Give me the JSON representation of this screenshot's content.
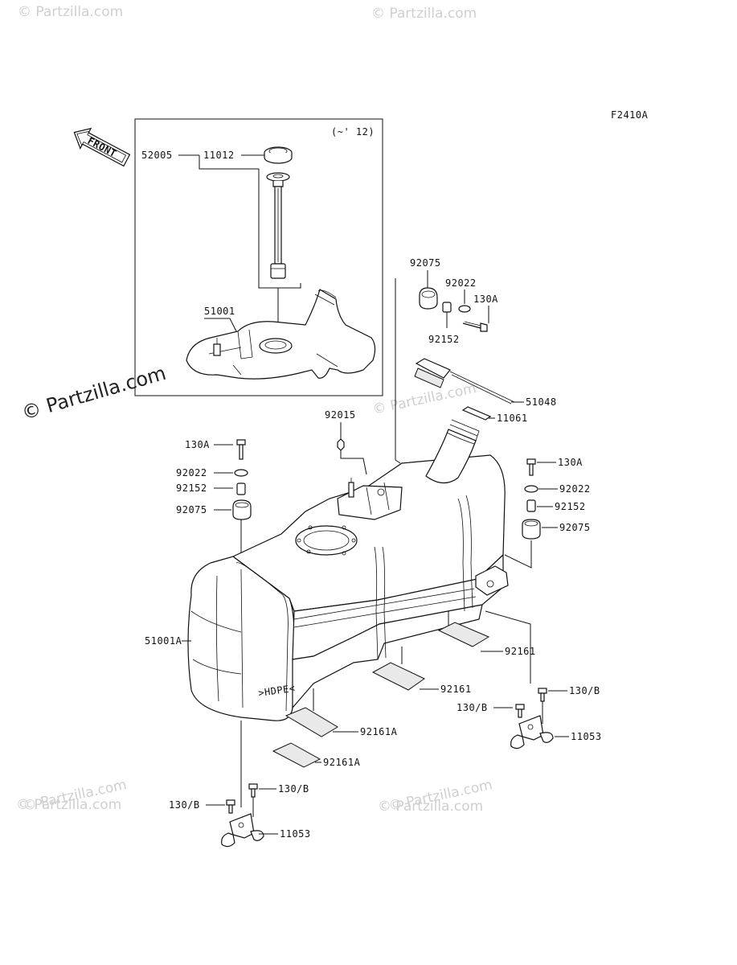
{
  "watermarks": {
    "main": "© Partzilla.com",
    "faint": "© Partzilla.com"
  },
  "figure_code": "F2410A",
  "inset_note": "(~' 12)",
  "front_label": "FRONT",
  "tank_stamp": ">HDPE<",
  "labels": {
    "p52005": "52005",
    "p11012": "11012",
    "p51001": "51001",
    "p92075_top": "92075",
    "p92022_top": "92022",
    "p130A_top": "130A",
    "p92152_top": "92152",
    "p51048": "51048",
    "p11061": "11061",
    "p92015": "92015",
    "p130A_left": "130A",
    "p92022_left": "92022",
    "p92152_left": "92152",
    "p92075_left": "92075",
    "p130A_right": "130A",
    "p92022_right": "92022",
    "p92152_right": "92152",
    "p92075_right": "92075",
    "p51001A": "51001A",
    "p92161_a": "92161",
    "p92161_b": "92161",
    "p92161A_a": "92161A",
    "p92161A_b": "92161A",
    "p130B_r1": "130/B",
    "p130B_r2": "130/B",
    "p11053_r": "11053",
    "p130B_l1": "130/B",
    "p130B_l2": "130/B",
    "p11053_l": "11053"
  },
  "colors": {
    "ink": "#111111",
    "watermark": "#cfcfcf"
  }
}
